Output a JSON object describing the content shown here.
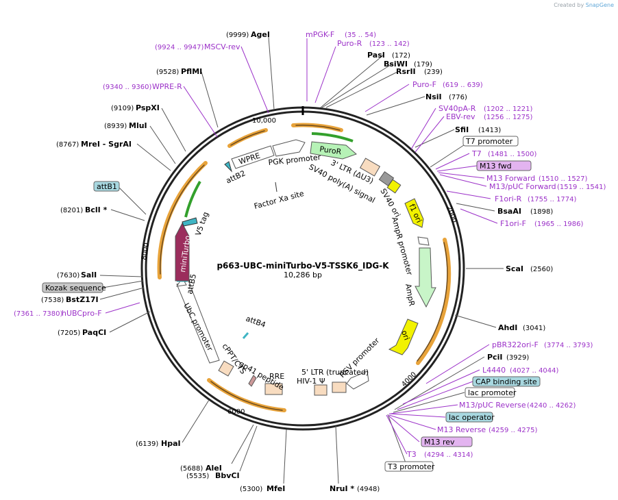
{
  "credit": {
    "prefix": "Created by",
    "brand": "SnapGene"
  },
  "plasmid": {
    "name": "p663-UBC-miniTurbo-V5-TSSK6_IDG-K",
    "length": "10,286 bp"
  },
  "ticks": [
    "10,000",
    "2000",
    "4000",
    "6000",
    "8000"
  ],
  "enzymes": [
    {
      "name": "AgeI",
      "pos": "(9999)"
    },
    {
      "name": "PasI",
      "pos": "(172)"
    },
    {
      "name": "BsiWI",
      "pos": "(179)"
    },
    {
      "name": "RsrII",
      "pos": "(239)"
    },
    {
      "name": "NsiI",
      "pos": "(776)"
    },
    {
      "name": "SfiI",
      "pos": "(1413)"
    },
    {
      "name": "BsaAI",
      "pos": "(1898)"
    },
    {
      "name": "ScaI",
      "pos": "(2560)"
    },
    {
      "name": "AhdI",
      "pos": "(3041)"
    },
    {
      "name": "PciI",
      "pos": "(3929)"
    },
    {
      "name": "NruI *",
      "pos": "(4948)"
    },
    {
      "name": "MfeI",
      "pos": "(5300)"
    },
    {
      "name": "BbvCI",
      "pos": "(5535)"
    },
    {
      "name": "AleI",
      "pos": "(5688)"
    },
    {
      "name": "HpaI",
      "pos": "(6139)"
    },
    {
      "name": "PaqCI",
      "pos": "(7205)"
    },
    {
      "name": "BstZ17I",
      "pos": "(7538)"
    },
    {
      "name": "SalI",
      "pos": "(7630)"
    },
    {
      "name": "BclI *",
      "pos": "(8201)"
    },
    {
      "name": "MreI  - SgrAI",
      "pos": "(8767)"
    },
    {
      "name": "MluI",
      "pos": "(8939)"
    },
    {
      "name": "PspXI",
      "pos": "(9109)"
    },
    {
      "name": "PflMI",
      "pos": "(9528)"
    }
  ],
  "primers": [
    {
      "name": "mPGK-F",
      "pos": ""
    },
    {
      "name": "Puro-R",
      "pos": "(35 .. 54)"
    },
    {
      "name": "",
      "pos": "(123 .. 142)"
    },
    {
      "name": "Puro-F",
      "pos": "(619 .. 639)"
    },
    {
      "name": "SV40pA-R",
      "pos": "(1202 .. 1221)"
    },
    {
      "name": "EBV-rev",
      "pos": "(1256 .. 1275)"
    },
    {
      "name": "T7",
      "pos": "(1481 .. 1500)"
    },
    {
      "name": "M13 Forward",
      "pos": "(1510 .. 1527)"
    },
    {
      "name": "M13/pUC Forward",
      "pos": "(1519 .. 1541)"
    },
    {
      "name": "F1ori-R",
      "pos": "(1755 .. 1774)"
    },
    {
      "name": "F1ori-F",
      "pos": "(1965 .. 1986)"
    },
    {
      "name": "pBR322ori-F",
      "pos": "(3774 .. 3793)"
    },
    {
      "name": "L4440",
      "pos": "(4027 .. 4044)"
    },
    {
      "name": "M13/pUC Reverse",
      "pos": "(4240 .. 4262)"
    },
    {
      "name": "M13 Reverse",
      "pos": "(4259 .. 4275)"
    },
    {
      "name": "T3",
      "pos": "(4294 .. 4314)"
    },
    {
      "name": "hUBCpro-F",
      "pos": "(7361 .. 7380)"
    },
    {
      "name": "WPRE-R",
      "pos": "(9340 .. 9360)"
    },
    {
      "name": "MSCV-rev",
      "pos": "(9924 .. 9947)"
    }
  ],
  "boxed_labels": [
    {
      "name": "T7 promoter",
      "style": "white"
    },
    {
      "name": "M13 fwd",
      "style": "purple"
    },
    {
      "name": "CAP binding site",
      "style": "teal"
    },
    {
      "name": "lac promoter",
      "style": "white"
    },
    {
      "name": "lac operator",
      "style": "teal"
    },
    {
      "name": "M13 rev",
      "style": "purple"
    },
    {
      "name": "T3 promoter",
      "style": "white"
    },
    {
      "name": "attB1",
      "style": "teal"
    },
    {
      "name": "Kozak sequence",
      "style": "gray"
    }
  ],
  "features": {
    "puroR": "PuroR",
    "pgk": "PGK promoter",
    "wpre": "WPRE",
    "attB2": "attB2",
    "factorXa": "Factor Xa site",
    "ltr3": "3' LTR (ΔU3)",
    "sv40pa": "SV40 poly(A) signal",
    "sv40ori": "SV40 ori",
    "f1ori": "f1 ori",
    "ampRpromoter": "AmpR promoter",
    "ampR": "AmpR",
    "ori": "ori",
    "rsv": "RSV promoter",
    "ltr5": "5' LTR (truncated)",
    "hiv": "HIV-1 Ψ",
    "rre": "RRE",
    "gp41": "gp41 peptide",
    "cppt": "cPPT/CTS",
    "attB4": "attB4",
    "ubc": "UbC promoter",
    "attB5": "attB5",
    "miniTurbo": "miniTurbo",
    "v5": "V5 tag"
  },
  "colors": {
    "primer": "#9b30c8",
    "orf_orange": "#e8a33a",
    "puroR": "#b6f2b6",
    "miniTurbo": "#9b2d5c",
    "f1ori": "#f2f200",
    "ampR": "#c8f5c8",
    "box_tan": "#f8dcc0",
    "teal": "#a8d8e0"
  }
}
